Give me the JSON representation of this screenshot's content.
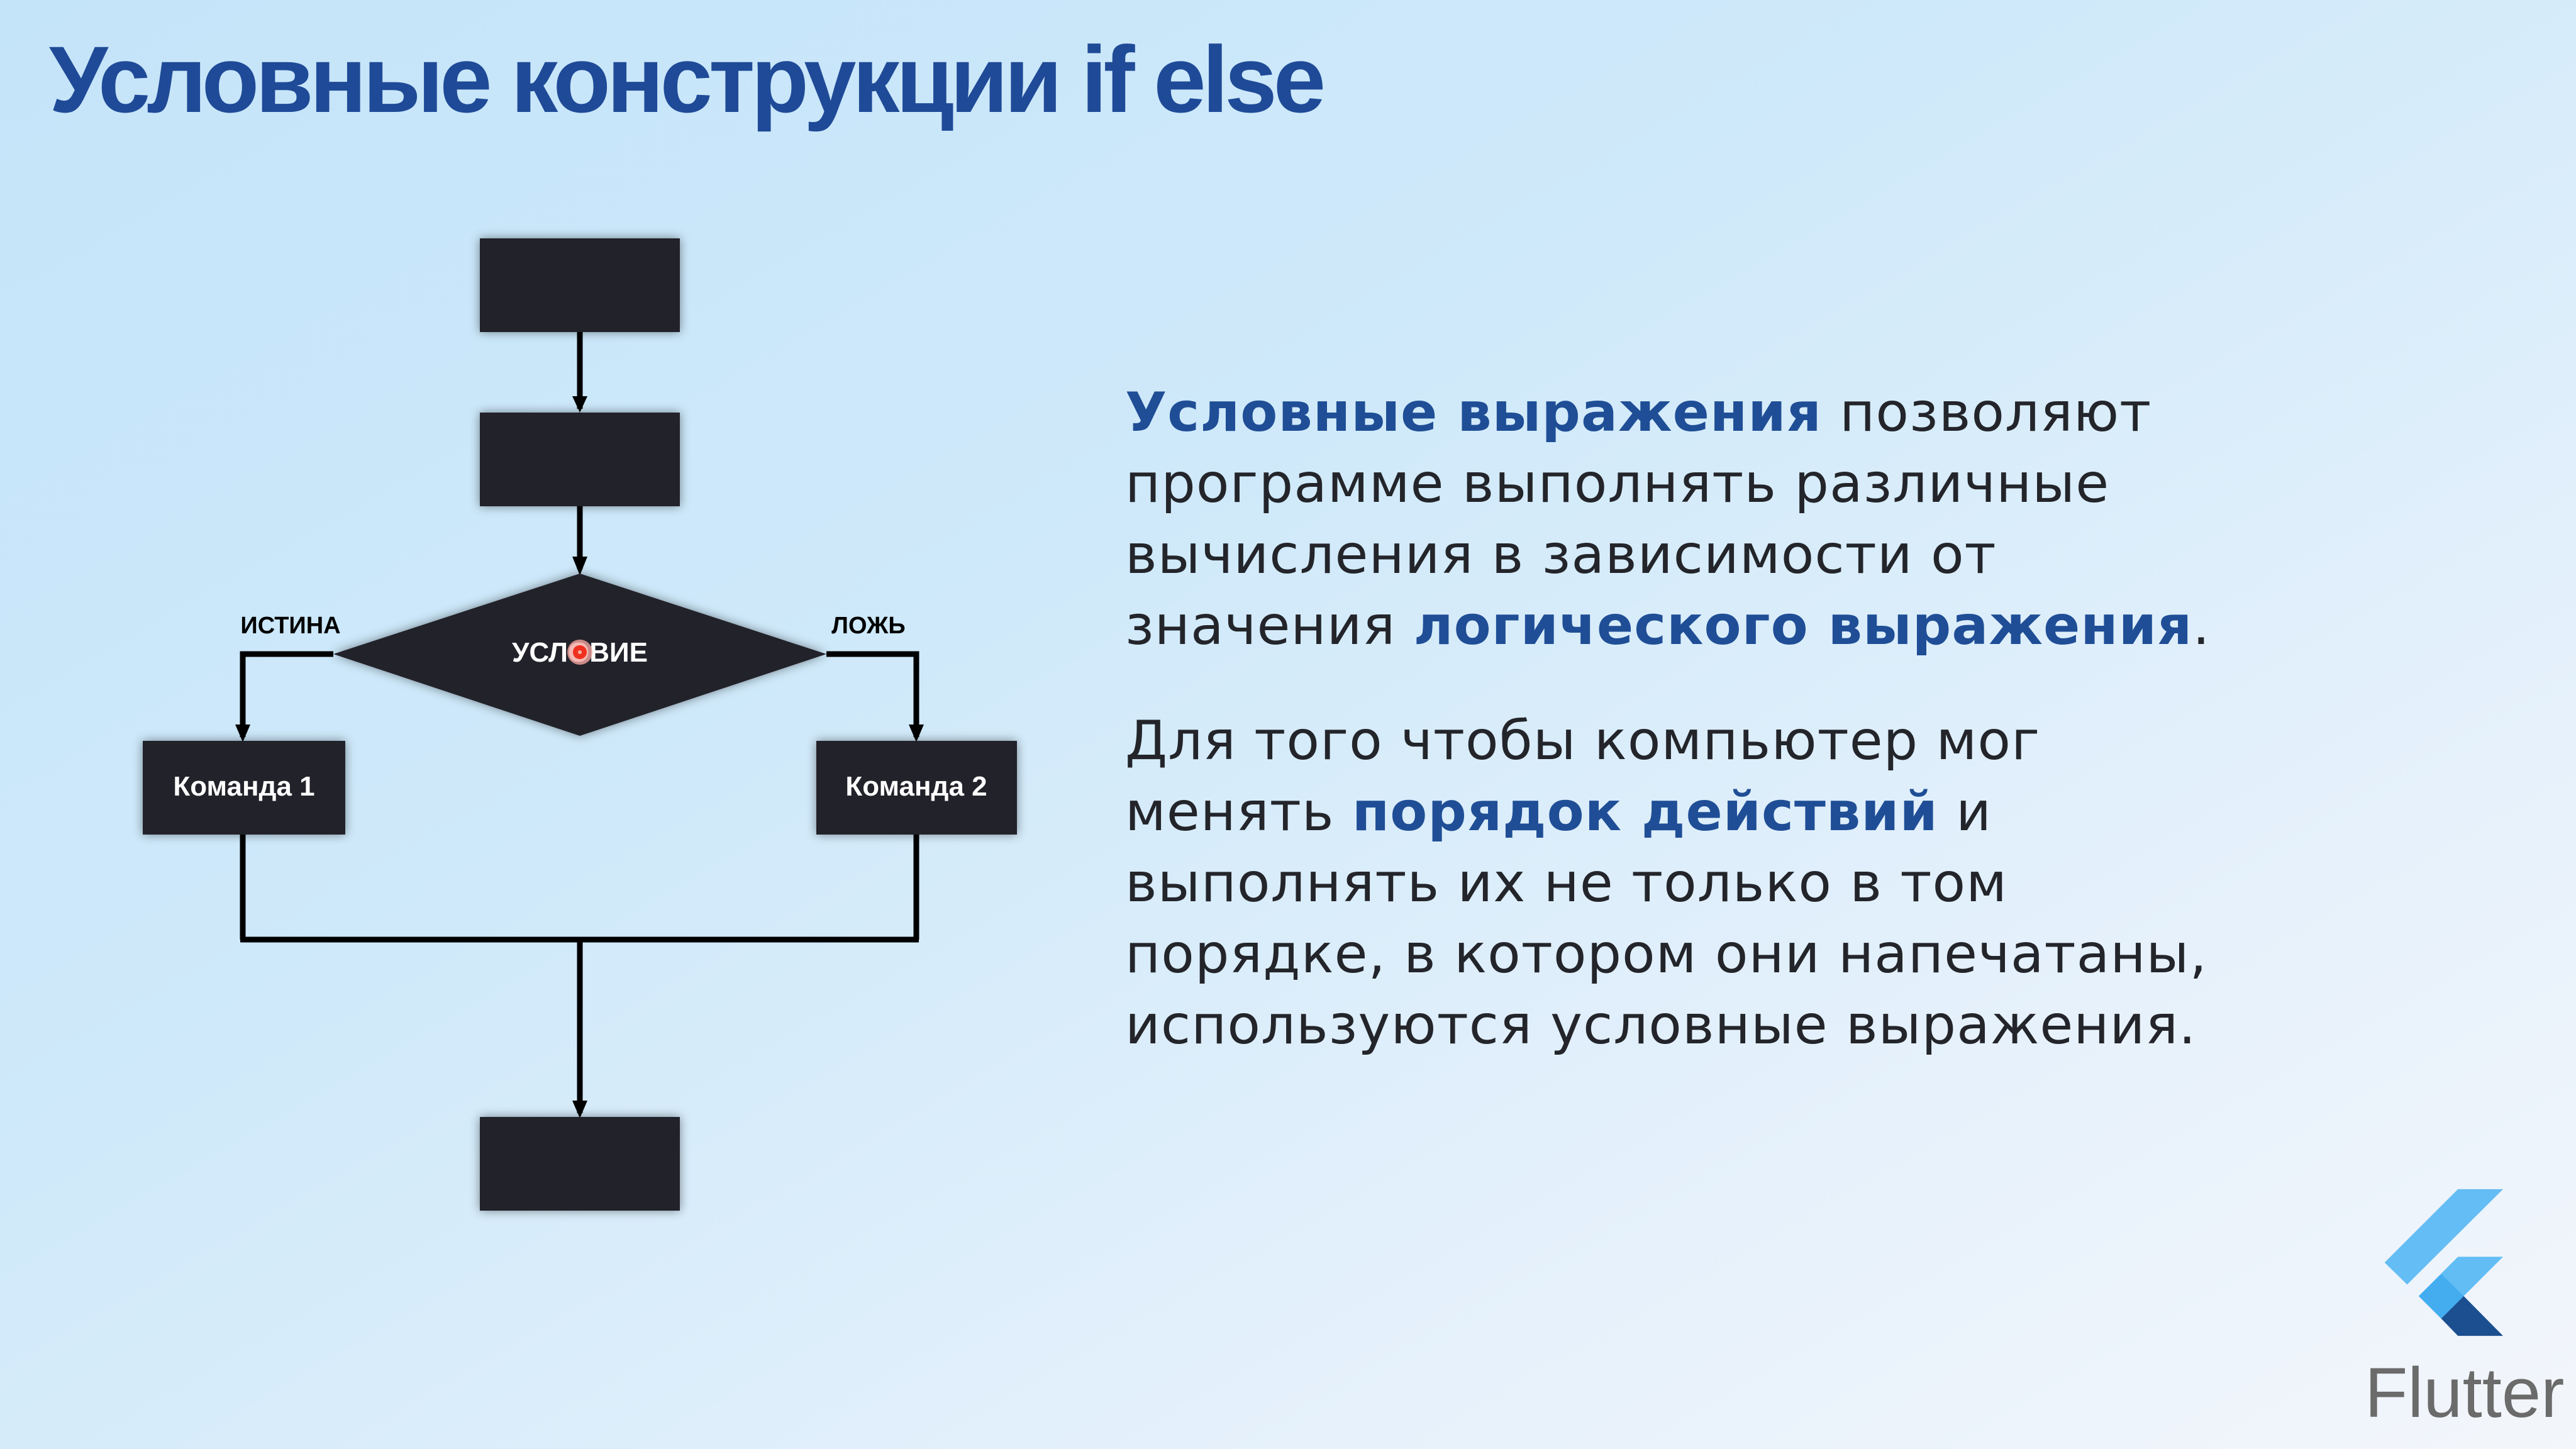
{
  "title": "Условные конструкции if else",
  "flowchart": {
    "condition": "УСЛОВИЕ",
    "true_label": "ИСТИНА",
    "false_label": "ЛОЖЬ",
    "command1": "Команда 1",
    "command2": "Команда 2"
  },
  "paragraphs": [
    [
      [
        {
          "t": "Условные выражения",
          "b": true
        },
        {
          "t": " позволяют",
          "b": false
        }
      ],
      [
        {
          "t": "программе выполнять различные",
          "b": false
        }
      ],
      [
        {
          "t": "вычисления в зависимости от",
          "b": false
        }
      ],
      [
        {
          "t": "значения ",
          "b": false
        },
        {
          "t": "логического выражения",
          "b": true
        },
        {
          "t": ".",
          "b": false
        }
      ]
    ],
    [
      [
        {
          "t": "Для того чтобы компьютер мог",
          "b": false
        }
      ],
      [
        {
          "t": "менять ",
          "b": false
        },
        {
          "t": "порядок действий",
          "b": true
        },
        {
          "t": " и",
          "b": false
        }
      ],
      [
        {
          "t": "выполнять их не только в том",
          "b": false
        }
      ],
      [
        {
          "t": "порядке, в котором они напечатаны,",
          "b": false
        }
      ],
      [
        {
          "t": "используются условные выражения.",
          "b": false
        }
      ]
    ]
  ],
  "logo": {
    "text": "Flutter"
  },
  "colors": {
    "accent": "#1f4e96",
    "box": "#222429",
    "cursor": "#f0301e"
  }
}
